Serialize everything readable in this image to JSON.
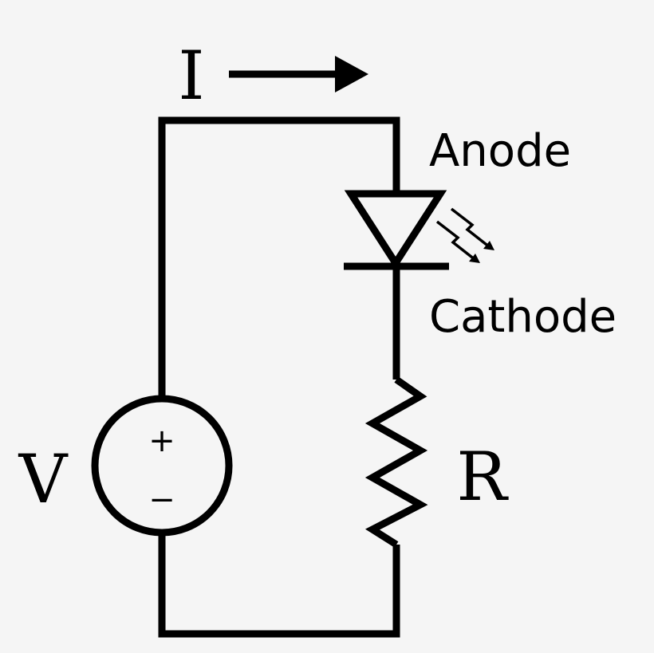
{
  "labels": {
    "current": "I",
    "voltage": "V",
    "resistor": "R",
    "anode": "Anode",
    "cathode": "Cathode",
    "plus": "+",
    "minus": "−"
  },
  "colors": {
    "background": "#f5f5f5",
    "ink": "#000000"
  }
}
